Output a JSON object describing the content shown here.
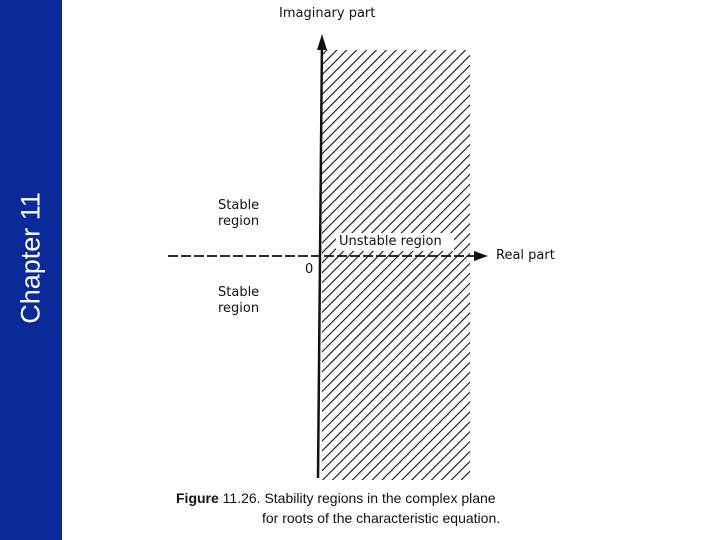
{
  "sidebar": {
    "chapter_title": "Chapter 11"
  },
  "figure": {
    "axis_y_label": "Imaginary part",
    "axis_x_label": "Real part",
    "origin_label": "0",
    "stable_upper_label": "Stable\nregion",
    "stable_lower_label": "Stable\nregion",
    "unstable_label": "Unstable region",
    "caption": {
      "prefix": "Figure",
      "number": "11.26.",
      "line1": "Stability regions in the complex plane",
      "line2": "for roots of the characteristic equation."
    }
  },
  "colors": {
    "sidebar": "#0b2a99",
    "ink": "#111111",
    "background": "#ffffff"
  }
}
